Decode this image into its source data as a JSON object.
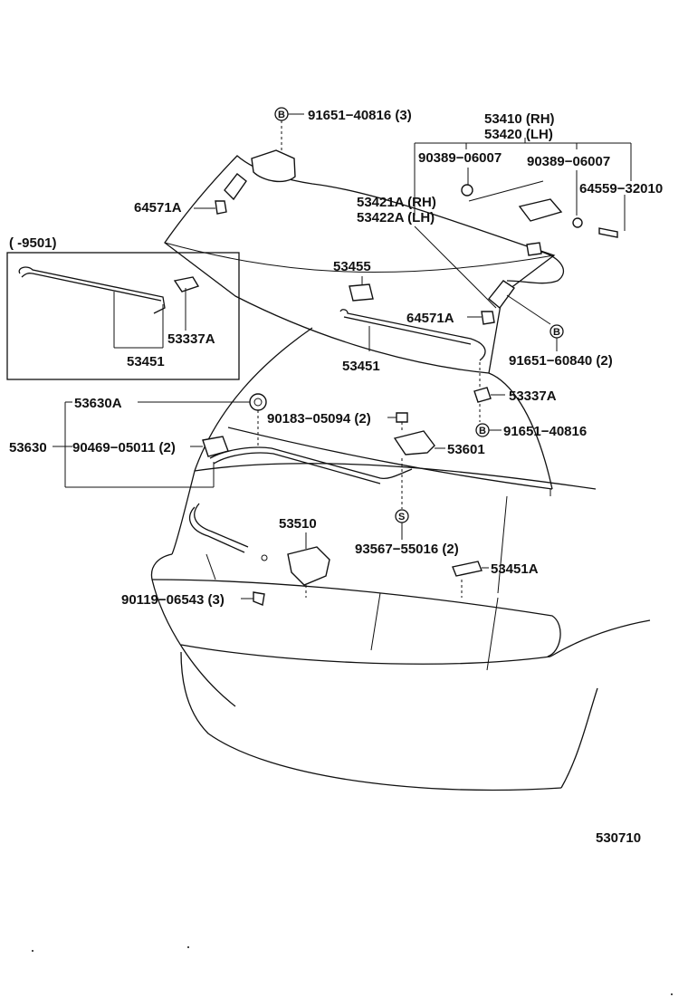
{
  "diagram_id": "530710",
  "inset_label": "(       -9501)",
  "markers": {
    "bolt": "B",
    "screw": "S"
  },
  "labels": {
    "p91651_40816_3": "91651−40816 (3)",
    "p53410": "53410 (RH)",
    "p53420": "53420 (LH)",
    "p90389_a": "90389−06007",
    "p90389_b": "90389−06007",
    "p64559": "64559−32010",
    "p64571A_top": "64571A",
    "p53421A": "53421A (RH)",
    "p53422A": "53422A (LH)",
    "p53455": "53455",
    "p64571A_mid": "64571A",
    "p53451_inset": "53451",
    "p53337A_inset": "53337A",
    "p53451_main": "53451",
    "p91651_60840": "91651−60840 (2)",
    "p53337A_main": "53337A",
    "p53630A": "53630A",
    "p90183": "90183−05094 (2)",
    "p91651_40816": "91651−40816",
    "p53630": "53630",
    "p90469": "90469−05011 (2)",
    "p53601": "53601",
    "p53510": "53510",
    "p93567": "93567−55016 (2)",
    "p53451A": "53451A",
    "p90119": "90119−06543 (3)"
  },
  "icons": [
    "bolt-b-marker-icon",
    "screw-s-marker-icon",
    "hinge-part-icon",
    "clip-part-icon",
    "latch-part-icon",
    "cushion-part-icon"
  ]
}
